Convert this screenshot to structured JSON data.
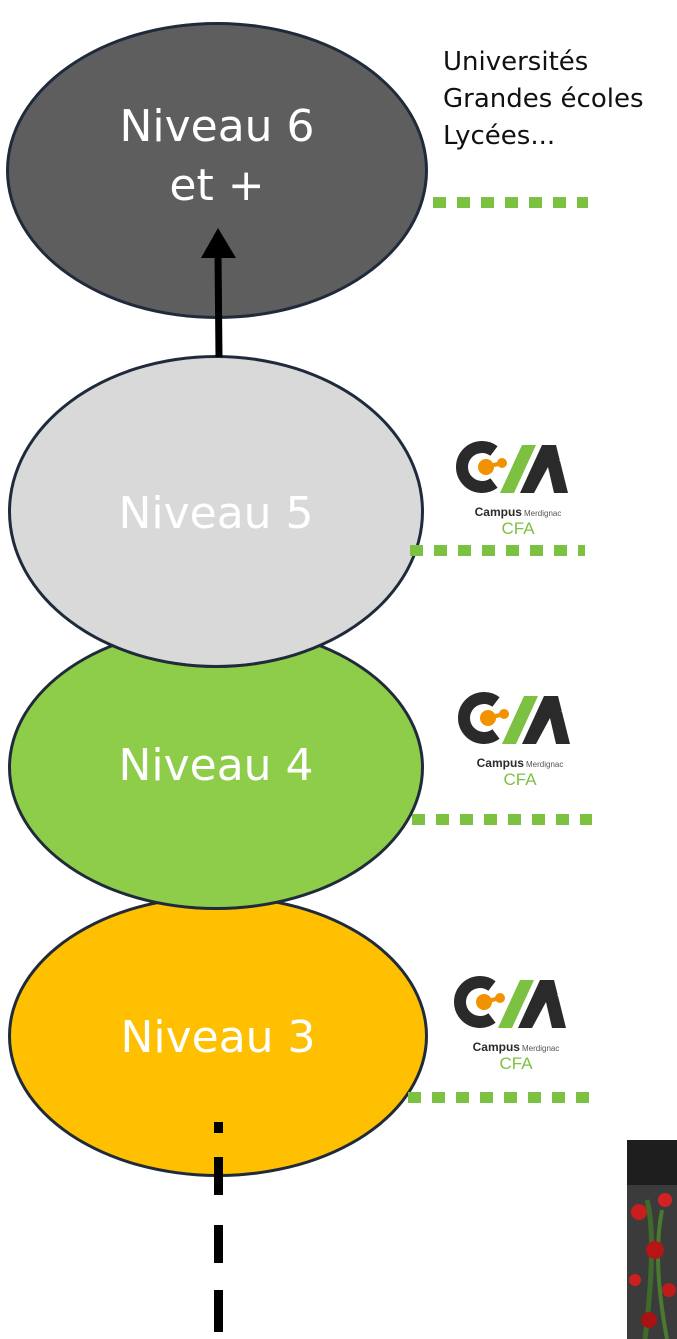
{
  "levels": {
    "level6": {
      "line1": "Niveau 6",
      "line2": "et +",
      "color": "#5f5e5e"
    },
    "level5": {
      "label": "Niveau 5",
      "color": "#d9d9d9"
    },
    "level4": {
      "label": "Niveau 4",
      "color": "#8dcd4a"
    },
    "level3": {
      "label": "Niveau 3",
      "color": "#fec000"
    }
  },
  "level6_side": {
    "items": [
      "Universités",
      "Grandes écoles",
      "Lycées..."
    ]
  },
  "logo": {
    "campus": "Campus",
    "place": "Merdignac",
    "cfa": "CFA",
    "brand_dark": "#2a2a2a",
    "brand_green": "#7cc142",
    "brand_orange": "#f39200"
  },
  "connector_color": "#000000",
  "dotted_color": "#7cc142"
}
